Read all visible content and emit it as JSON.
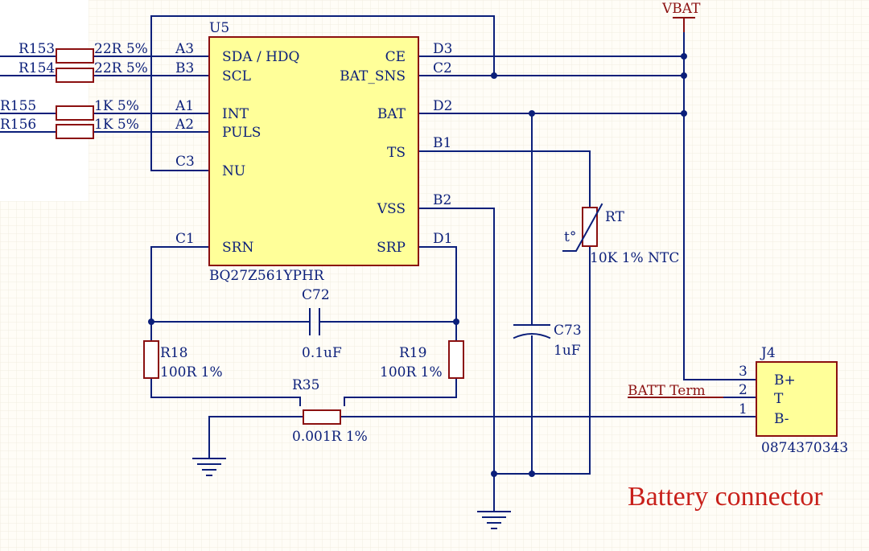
{
  "colors": {
    "wire": "#0b1f7a",
    "component_border": "#8b1010",
    "component_fill": "#ffff99",
    "title": "#c8201a",
    "background": "#fffdf7"
  },
  "net_vbat": "VBAT",
  "net_batt_term": "BATT  Term",
  "ic": {
    "ref": "U5",
    "part": "BQ27Z561YPHR",
    "pins_left": [
      {
        "num": "A3",
        "name": "SDA / HDQ"
      },
      {
        "num": "B3",
        "name": "SCL"
      },
      {
        "num": "A1",
        "name": "INT"
      },
      {
        "num": "A2",
        "name": "PULS"
      },
      {
        "num": "C3",
        "name": "NU"
      },
      {
        "num": "C1",
        "name": "SRN"
      }
    ],
    "pins_right": [
      {
        "num": "D3",
        "name": "CE"
      },
      {
        "num": "C2",
        "name": "BAT_SNS"
      },
      {
        "num": "D2",
        "name": "BAT"
      },
      {
        "num": "B1",
        "name": "TS"
      },
      {
        "num": "B2",
        "name": "VSS"
      },
      {
        "num": "D1",
        "name": "SRP"
      }
    ]
  },
  "series_resistors": [
    {
      "ref": "R153",
      "value": "22R 5%"
    },
    {
      "ref": "R154",
      "value": "22R 5%"
    },
    {
      "ref": "R155",
      "value": "1K 5%"
    },
    {
      "ref": "R156",
      "value": "1K 5%"
    }
  ],
  "r18": {
    "ref": "R18",
    "value": "100R 1%"
  },
  "r19": {
    "ref": "R19",
    "value": "100R 1%"
  },
  "r35": {
    "ref": "R35",
    "value": "0.001R 1%"
  },
  "c72": {
    "ref": "C72",
    "value": "0.1uF"
  },
  "c73": {
    "ref": "C73",
    "value": "1uF"
  },
  "rt": {
    "ref": "RT",
    "value": "10K 1% NTC",
    "symbol": "t°"
  },
  "connector": {
    "ref": "J4",
    "part": "0874370343",
    "pins": [
      {
        "num": "3",
        "name": "B+"
      },
      {
        "num": "2",
        "name": "T"
      },
      {
        "num": "1",
        "name": "B-"
      }
    ]
  },
  "section_title": "Battery connector"
}
